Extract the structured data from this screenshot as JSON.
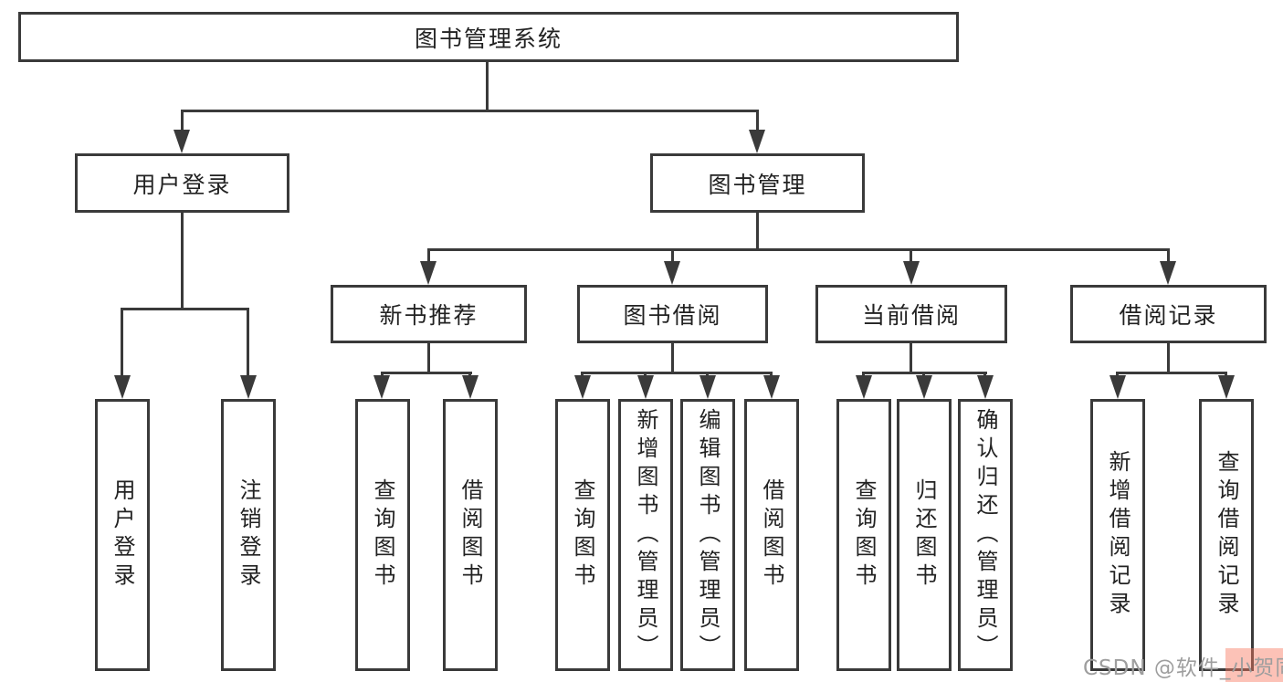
{
  "tree": {
    "root": {
      "label": "图书管理系统"
    },
    "branches": [
      {
        "label": "用户登录",
        "children": [
          {
            "label": "用户登录"
          },
          {
            "label": "注销登录"
          }
        ]
      },
      {
        "label": "图书管理",
        "children": [
          {
            "label": "新书推荐",
            "children": [
              {
                "label": "查询图书"
              },
              {
                "label": "借阅图书"
              }
            ]
          },
          {
            "label": "图书借阅",
            "children": [
              {
                "label": "查询图书"
              },
              {
                "label": "新增图书（管理员）"
              },
              {
                "label": "编辑图书（管理员）"
              },
              {
                "label": "借阅图书"
              }
            ]
          },
          {
            "label": "当前借阅",
            "children": [
              {
                "label": "查询图书"
              },
              {
                "label": "归还图书"
              },
              {
                "label": "确认归还（管理员）"
              }
            ]
          },
          {
            "label": "借阅记录",
            "children": [
              {
                "label": "新增借阅记录"
              },
              {
                "label": "查询借阅记录"
              }
            ]
          }
        ]
      }
    ]
  },
  "watermark": {
    "text": "CSDN @软件_小贺同学"
  },
  "colors": {
    "line": "#3a3a3a",
    "text": "#222222",
    "background": "#ffffff",
    "watermark_text": "#9e9e9e",
    "watermark_highlight": "rgba(248,120,95,0.45)"
  }
}
